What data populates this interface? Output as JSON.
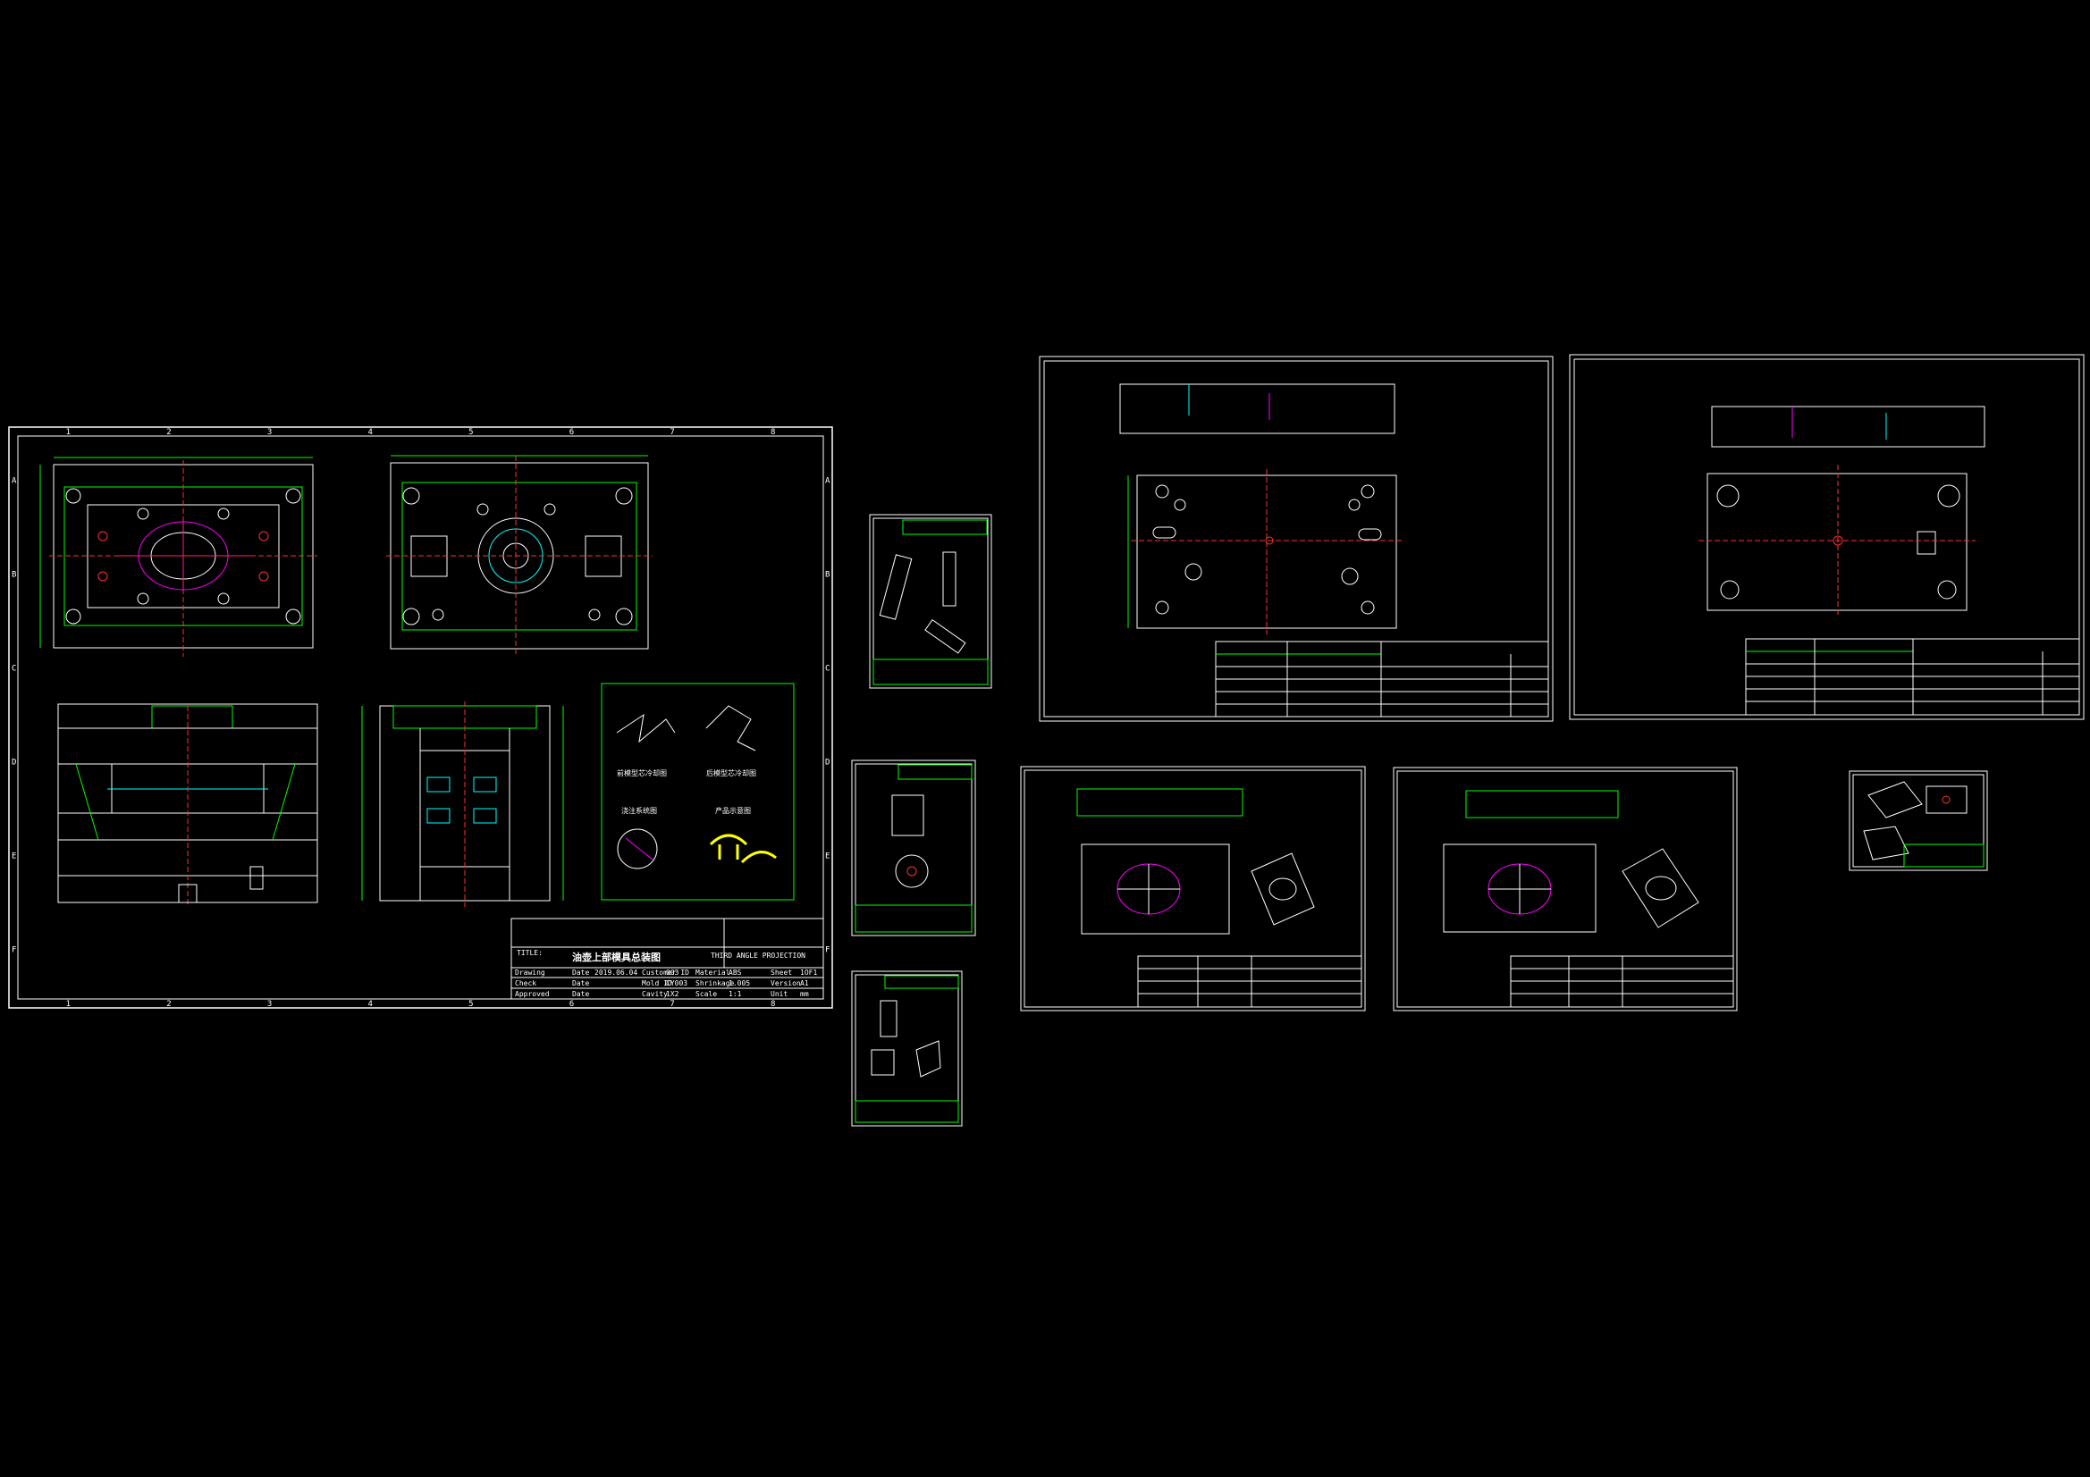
{
  "colors": {
    "background": "#000000",
    "border": "#ffffff",
    "geometry": "#ffffff",
    "dimension": "#00ff00",
    "annotation": "#ff00ff",
    "centerline": "#ff3030",
    "product": "#ffff00",
    "hidden": "#00ffff"
  },
  "main_sheet": {
    "title_block": {
      "chinese_title": "油壶上部模具总装图",
      "projection": "THIRD ANGLE PROJECTION",
      "title_label": "TITLE:",
      "rows": [
        [
          "Drawing",
          "Date",
          "2019.06.04",
          "Customer ID",
          "003",
          "Material",
          "ABS",
          "Sheet",
          "1OF1"
        ],
        [
          "Check",
          "Date",
          "",
          "Mold ID",
          "CY003",
          "Shrinkage",
          "1.005",
          "Version",
          "A1"
        ],
        [
          "Approved",
          "Date",
          "",
          "Cavity",
          "1X2",
          "Scale",
          "1:1",
          "Unit",
          "mm"
        ]
      ]
    },
    "column_markers": [
      "1",
      "2",
      "3",
      "4",
      "5",
      "6",
      "7",
      "8"
    ],
    "row_markers": [
      "A",
      "B",
      "C",
      "D",
      "E",
      "F"
    ],
    "panel_labels": [
      "前模型芯冷却图",
      "后模型芯冷却图",
      "浇注系统图",
      "产品示意图"
    ]
  }
}
